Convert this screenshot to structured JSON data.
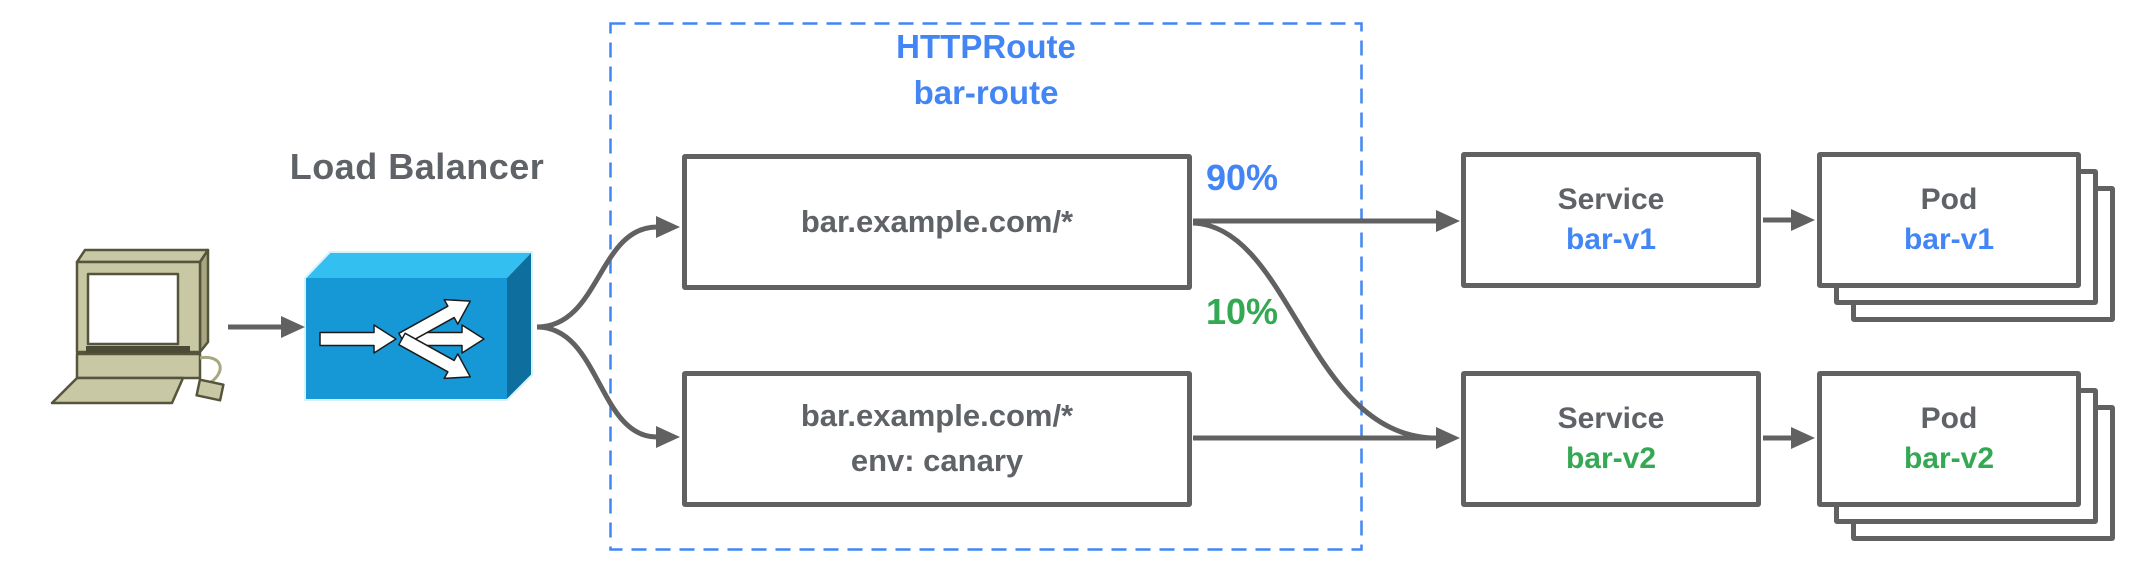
{
  "labels": {
    "load_balancer": "Load Balancer"
  },
  "weights": {
    "primary": "90%",
    "canary": "10%"
  },
  "httproute": {
    "kind": "HTTPRoute",
    "name": "bar-route",
    "rules": [
      {
        "match": "bar.example.com/*",
        "header": ""
      },
      {
        "match": "bar.example.com/*",
        "header": "env: canary"
      }
    ]
  },
  "services": [
    {
      "kind": "Service",
      "name": "bar-v1"
    },
    {
      "kind": "Service",
      "name": "bar-v2"
    }
  ],
  "pods": [
    {
      "kind": "Pod",
      "name": "bar-v1"
    },
    {
      "kind": "Pod",
      "name": "bar-v2"
    }
  ],
  "icons": {
    "client": "desktop-computer-icon",
    "load_balancer": "load-balancer-icon"
  },
  "colors": {
    "blue": "#4285F4",
    "green": "#34A853",
    "text_gray": "#5F6368",
    "line_gray": "#616161",
    "lb_top": "#33C0F1",
    "lb_front": "#1697D6",
    "lb_side": "#0E6F9F",
    "client_body": "#C9C8A5"
  }
}
